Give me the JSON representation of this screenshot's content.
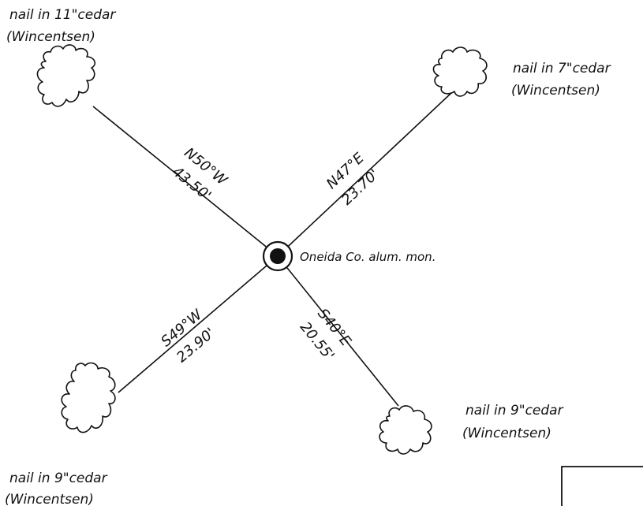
{
  "monument": {
    "label": "Oneida Co. alum. mon.",
    "symbol": "monument-circle-icon"
  },
  "ties": [
    {
      "id": "nw",
      "bearing": "N50°W",
      "distance": "43.50'",
      "tree_line1": "nail in 11\"cedar",
      "tree_line2": "(Wincentsen)"
    },
    {
      "id": "ne",
      "bearing": "N47°E",
      "distance": "23.70'",
      "tree_line1": "nail in 7\"cedar",
      "tree_line2": "(Wincentsen)"
    },
    {
      "id": "sw",
      "bearing": "S49°W",
      "distance": "23.90'",
      "tree_line1": "nail in 9\"cedar",
      "tree_line2": "(Wincentsen)"
    },
    {
      "id": "se",
      "bearing": "S40°E",
      "distance": "20.55'",
      "tree_line1": "nail in 9\"cedar",
      "tree_line2": "(Wincentsen)"
    }
  ],
  "colors": {
    "ink": "#111111",
    "paper": "#ffffff"
  }
}
